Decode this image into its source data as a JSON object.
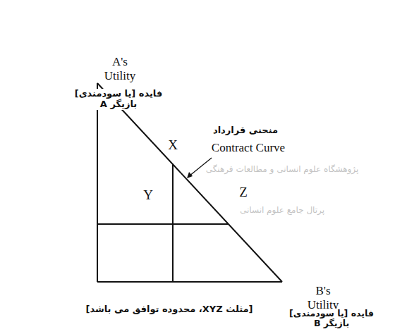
{
  "diagram": {
    "caption": "[مثلث XYZ، محدوده توافق می باشد]",
    "labels": [
      "A's Utility",
      "فایده [یا سودمندی] بازیگر A",
      "X",
      "Y",
      "Z",
      "منحنی قرارداد",
      "Contract Curve",
      "پژوهشگاه علوم انسانی و مطالعات فرهنگی",
      "پرتال جامع علوم انسانی",
      "B's Utility",
      "فایده [یا سودمندی] بازیگر B"
    ]
  }
}
